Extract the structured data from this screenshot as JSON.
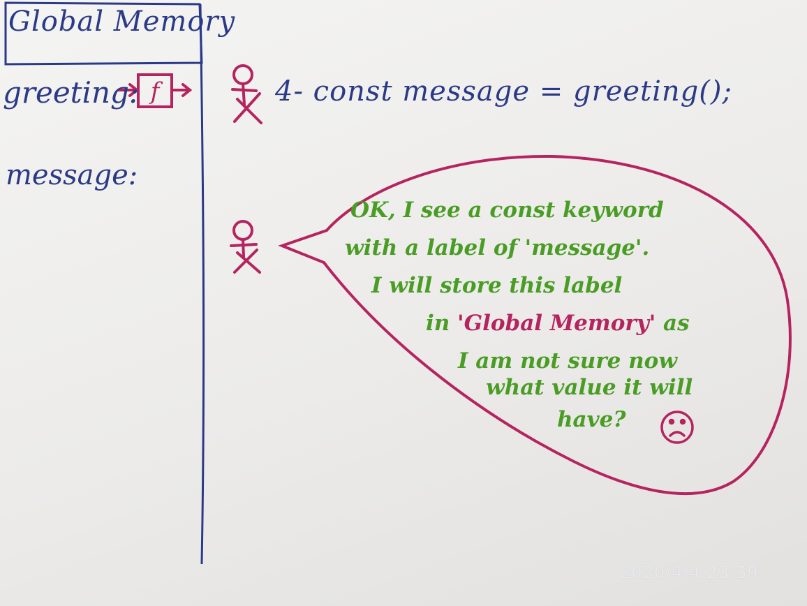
{
  "memory_panel": {
    "title": "Global Memory",
    "entries": [
      {
        "label": "greeting:",
        "value": "f"
      },
      {
        "label": "message:"
      }
    ]
  },
  "code_line": "4- const message = greeting();",
  "speech_bubble": {
    "lines": [
      "OK, I see a const keyword",
      "with a label of 'message'.",
      "I will store this label",
      "in ",
      "I am not sure now",
      "what value it will",
      "have?"
    ],
    "line4_highlight": "'Global Memory'",
    "line4_tail": " as",
    "emoji": "sad-face"
  },
  "timestamp": "2020/4/4  23:39",
  "colors": {
    "ink_blue": "#2b3a86",
    "ink_magenta": "#b5245f",
    "ink_green": "#4a9d24",
    "paper": "#efefed"
  }
}
